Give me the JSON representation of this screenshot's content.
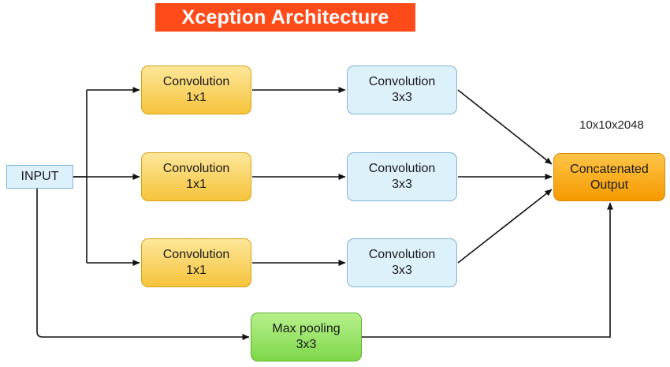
{
  "title": "Xception Architecture",
  "input": {
    "label": "INPUT"
  },
  "branches": [
    {
      "conv1": [
        "Convolution",
        "1x1"
      ],
      "conv3": [
        "Convolution",
        "3x3"
      ]
    },
    {
      "conv1": [
        "Convolution",
        "1x1"
      ],
      "conv3": [
        "Convolution",
        "3x3"
      ]
    },
    {
      "conv1": [
        "Convolution",
        "1x1"
      ],
      "conv3": [
        "Convolution",
        "3x3"
      ]
    }
  ],
  "maxpool": [
    "Max pooling",
    "3x3"
  ],
  "output": {
    "lines": [
      "Concatenated",
      "Output"
    ],
    "shape": "10x10x2048"
  }
}
